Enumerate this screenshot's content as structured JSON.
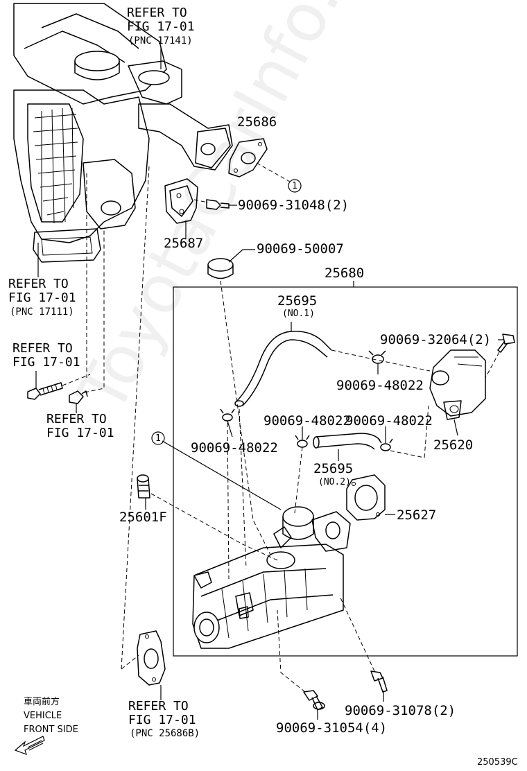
{
  "watermark": "ToyotaCarInfo.ru",
  "refs": {
    "top_refer": "REFER TO",
    "top_fig": "FIG 17-01",
    "top_pnc": "(PNC 17141)",
    "left_refer": "REFER TO",
    "left_fig": "FIG 17-01",
    "left_pnc": "(PNC 17111)",
    "bolt_refer": "REFER TO",
    "bolt_fig": "FIG 17-01",
    "bolt2_refer": "REFER TO",
    "bolt2_fig": "FIG 17-01",
    "bottom_refer": "REFER TO",
    "bottom_fig": "FIG 17-01",
    "bottom_pnc": "(PNC 25686B)"
  },
  "parts": {
    "p25686": "25686",
    "p25687": "25687",
    "bolt_31048": "90069-31048(2)",
    "plug_50007": "90069-50007",
    "p25680": "25680",
    "p25695_a": "25695",
    "p25695_a_note": "(NO.1)",
    "bolt_32064": "90069-32064(2)",
    "clamp_48022_a": "90069-48022",
    "clamp_48022_b": "90069-48022",
    "clamp_48022_c": "90069-48022",
    "clamp_48022_d": "90069-48022",
    "p25620": "25620",
    "p25695_b": "25695",
    "p25695_b_note": "(NO.2)",
    "p25627": "25627",
    "p25601F": "25601F",
    "bolt_31078": "90069-31078(2)",
    "bolt_31054": "90069-31054(4)"
  },
  "callouts": {
    "circle_1_top": "1",
    "circle_1_mid": "1"
  },
  "orientation": {
    "jp": "車両前方",
    "line1": "VEHICLE",
    "line2": "FRONT SIDE"
  },
  "figure_code": "250539C"
}
